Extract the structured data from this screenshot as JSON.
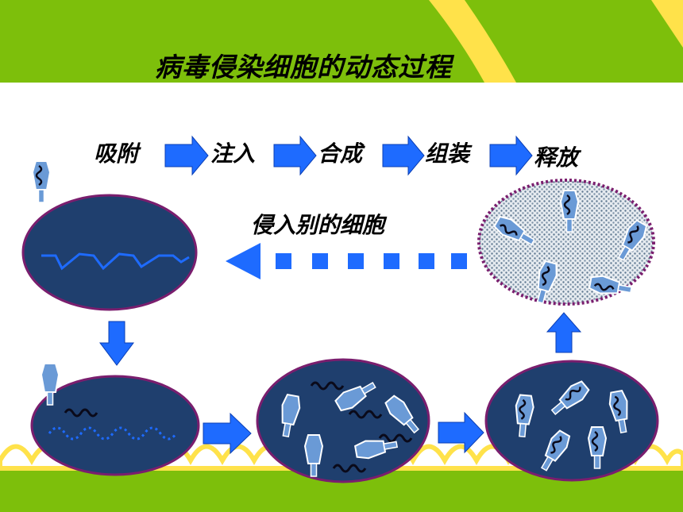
{
  "title": "病毒侵染细胞的动态过程",
  "steps": [
    "吸附",
    "注入",
    "合成",
    "组装",
    "释放"
  ],
  "reinfect_label": "侵入别的细胞",
  "colors": {
    "green_band": "#7dbf0b",
    "yellow_stripe": "#ffe24a",
    "cell_fill": "#1f3f6e",
    "cell_border": "#7a1e6e",
    "arrow": "#1e6bff",
    "virus": "#6a9ad6",
    "release_cell": "#c8d2dc"
  }
}
